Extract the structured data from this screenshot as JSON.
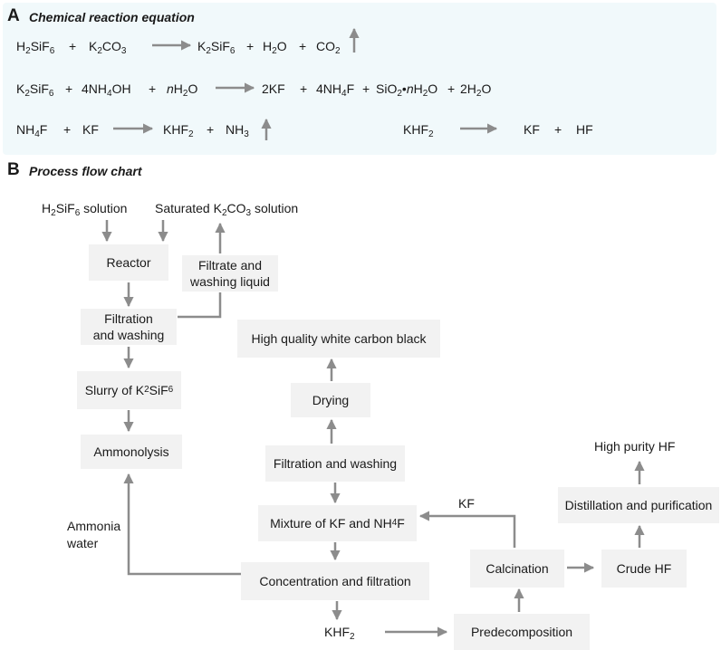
{
  "section_a": {
    "letter": "A",
    "title": "Chemical reaction equation",
    "eq1": {
      "r1a": "H",
      "r1b": "2",
      "r1c": "SiF",
      "r1d": "6",
      "p1": "+",
      "r2a": "K",
      "r2b": "2",
      "r2c": "CO",
      "r2d": "3",
      "p2a": "K",
      "p2b": "2",
      "p2c": "SiF",
      "p2d": "6",
      "plus2": "+",
      "p3a": "H",
      "p3b": "2",
      "p3c": "O",
      "plus3": "+",
      "p4a": "CO",
      "p4b": "2"
    },
    "eq2": {
      "r1a": "K",
      "r1b": "2",
      "r1c": "SiF",
      "r1d": "6",
      "plus1": "+",
      "r2a": "4NH",
      "r2b": "4",
      "r2c": "OH",
      "plus2": "+",
      "r3a": "n",
      "r3b": "H",
      "r3c": "2",
      "r3d": "O",
      "p1": "2KF",
      "plus3": "+",
      "p2a": "4NH",
      "p2b": "4",
      "p2c": "F",
      "plus4": "+",
      "p3a": "SiO",
      "p3b": "2",
      "p3c": "•",
      "p3d": "n",
      "p3e": "H",
      "p3f": "2",
      "p3g": "O",
      "plus5": "+",
      "p4a": "2H",
      "p4b": "2",
      "p4c": "O"
    },
    "eq3": {
      "r1a": "NH",
      "r1b": "4",
      "r1c": "F",
      "plus1": "+",
      "r2": "KF",
      "p1a": "KHF",
      "p1b": "2",
      "plus2": "+",
      "p2a": "NH",
      "p2b": "3"
    },
    "eq4": {
      "r1a": "KHF",
      "r1b": "2",
      "p1": "KF",
      "plus": "+",
      "p2": "HF"
    }
  },
  "section_b": {
    "letter": "B",
    "title": "Process flow chart",
    "h2sif6_a": "H",
    "h2sif6_b": "2",
    "h2sif6_c": "SiF",
    "h2sif6_d": "6",
    "h2sif6_e": " solution",
    "k2co3_a": "Saturated K",
    "k2co3_b": "2",
    "k2co3_c": "CO",
    "k2co3_d": "3",
    "k2co3_e": " solution",
    "reactor": "Reactor",
    "filtrate_l1": "Filtrate and",
    "filtrate_l2": "washing liquid",
    "filt_wash_l1": "Filtration",
    "filt_wash_l2": "and washing",
    "slurry_a": "Slurry of K",
    "slurry_b": "2",
    "slurry_c": "SiF",
    "slurry_d": "6",
    "ammonolysis": "Ammonolysis",
    "ammonia_l1": "Ammonia",
    "ammonia_l2": "water",
    "white_carbon": "High quality white carbon black",
    "drying": "Drying",
    "filt_wash2": "Filtration and washing",
    "mixture_a": "Mixture of KF and NH",
    "mixture_b": "4",
    "mixture_c": "F",
    "concentration": "Concentration and filtration",
    "khf2_a": "KHF",
    "khf2_b": "2",
    "predecomposition": "Predecomposition",
    "calcination": "Calcination",
    "kf_label": "KF",
    "crude_hf": "Crude HF",
    "distillation": "Distillation and purification",
    "high_purity": "High purity HF"
  },
  "colors": {
    "arrow": "#8c8c8c",
    "box": "#f2f2f2",
    "panel_a": "#f1f9fb"
  }
}
